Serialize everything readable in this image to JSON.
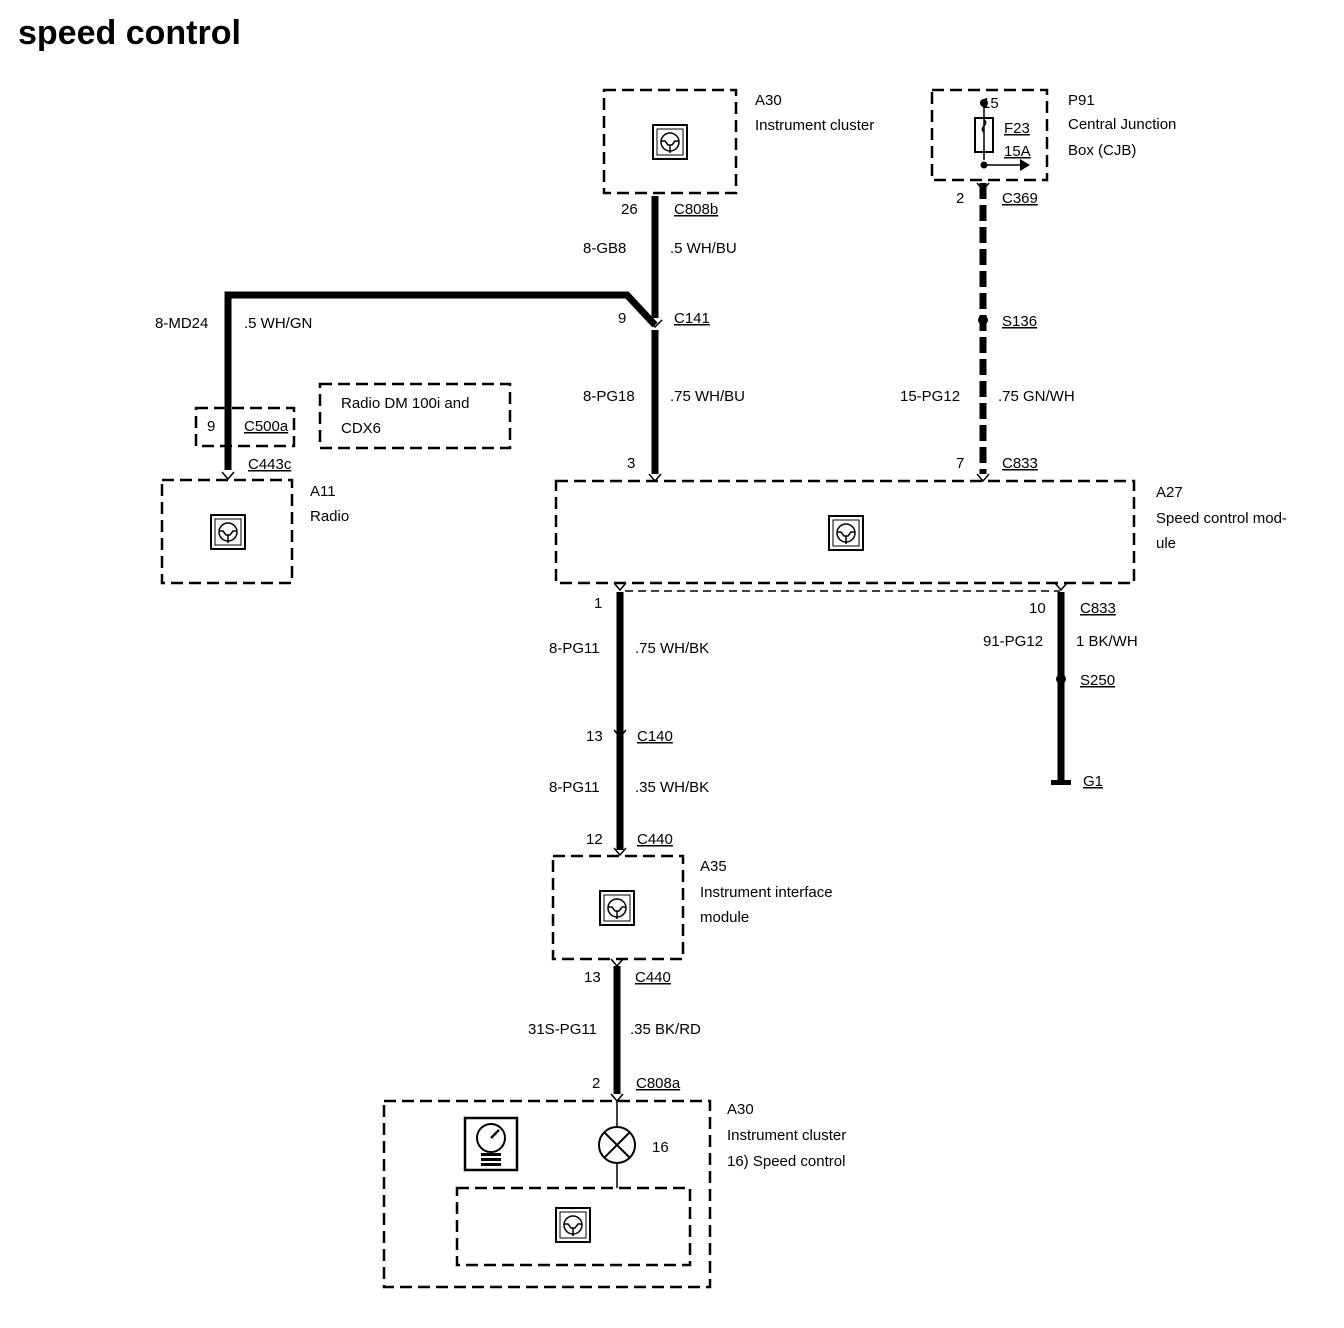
{
  "title": "speed control",
  "components": {
    "a30_top": {
      "ref": "A30",
      "name": "Instrument cluster"
    },
    "p91": {
      "ref": "P91",
      "name_line1": "Central Junction",
      "name_line2": "Box (CJB)",
      "pin": "15",
      "fuse": "F23",
      "rating": "15A"
    },
    "a11": {
      "ref": "A11",
      "name": "Radio"
    },
    "radio_variant": {
      "line1": "Radio DM 100i and",
      "line2": "CDX6"
    },
    "a27": {
      "ref": "A27",
      "name_line1": "Speed control mod-",
      "name_line2": "ule"
    },
    "a35": {
      "ref": "A35",
      "name_line1": "Instrument interface",
      "name_line2": "module"
    },
    "a30_bottom": {
      "ref": "A30",
      "name": "Instrument cluster",
      "note": "16)  Speed control",
      "bulb_num": "16"
    }
  },
  "connectors": {
    "c808b": {
      "pin": "26",
      "id": "C808b"
    },
    "c141": {
      "pin": "9",
      "id": "C141"
    },
    "c369": {
      "pin": "2",
      "id": "C369"
    },
    "s136": {
      "id": "S136"
    },
    "c500a": {
      "pin": "9",
      "id": "C500a"
    },
    "c443c": {
      "id": "C443c"
    },
    "c833_in_a": {
      "pin": "3"
    },
    "c833_in_b": {
      "pin": "7",
      "id": "C833"
    },
    "c833_out_a": {
      "pin": "1"
    },
    "c833_out_b": {
      "pin": "10",
      "id": "C833"
    },
    "s250": {
      "id": "S250"
    },
    "g1": {
      "id": "G1"
    },
    "c140": {
      "pin": "13",
      "id": "C140"
    },
    "c440_in": {
      "pin": "12",
      "id": "C440"
    },
    "c440_out": {
      "pin": "13",
      "id": "C440"
    },
    "c808a": {
      "pin": "2",
      "id": "C808a"
    }
  },
  "wires": {
    "gb8": {
      "circuit": "8-GB8",
      "spec": ".5 WH/BU"
    },
    "md24": {
      "circuit": "8-MD24",
      "spec": ".5 WH/GN"
    },
    "pg18": {
      "circuit": "8-PG18",
      "spec": ".75 WH/BU"
    },
    "pg12a": {
      "circuit": "15-PG12",
      "spec": ".75 GN/WH"
    },
    "pg11a": {
      "circuit": "8-PG11",
      "spec": ".75 WH/BK"
    },
    "pg12b": {
      "circuit": "91-PG12",
      "spec": "1 BK/WH"
    },
    "pg11b": {
      "circuit": "8-PG11",
      "spec": ".35 WH/BK"
    },
    "pg11c": {
      "circuit": "31S-PG11",
      "spec": ".35 BK/RD"
    }
  }
}
